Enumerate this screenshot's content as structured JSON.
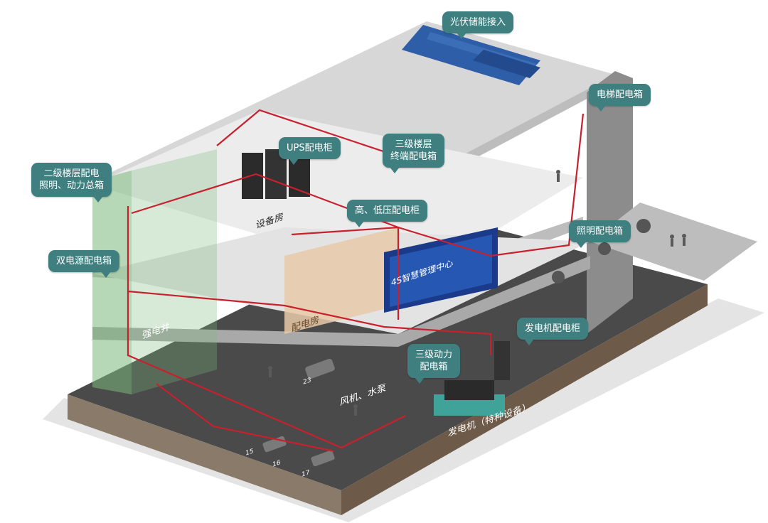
{
  "callouts": {
    "pv": "光伏储能接入",
    "elevator": "电梯配电箱",
    "ups": "UPS配电柜",
    "tier3_floor_1": "三级楼层",
    "tier3_floor_2": "终端配电箱",
    "tier2_floor_1": "二级楼层配电",
    "tier2_floor_2": "照明、动力总箱",
    "hv_lv": "高、低压配电柜",
    "lighting": "照明配电箱",
    "dual_power": "双电源配电箱",
    "generator_cabinet": "发电机配电柜",
    "tier3_power_1": "三级动力",
    "tier3_power_2": "配电箱"
  },
  "floor_labels": {
    "equipment_room": "设备房",
    "distribution_room": "配电房",
    "shaft": "强电井",
    "fan_pump": "风机、水泵",
    "generator": "发电机（特种设备）",
    "screen": "4S智慧管理中心"
  },
  "parking": {
    "slots": [
      "23",
      "15",
      "16",
      "17"
    ]
  },
  "colors": {
    "callout": "#3f7f80",
    "wiring": "#c8202d",
    "shaft": "#7cb87a"
  }
}
